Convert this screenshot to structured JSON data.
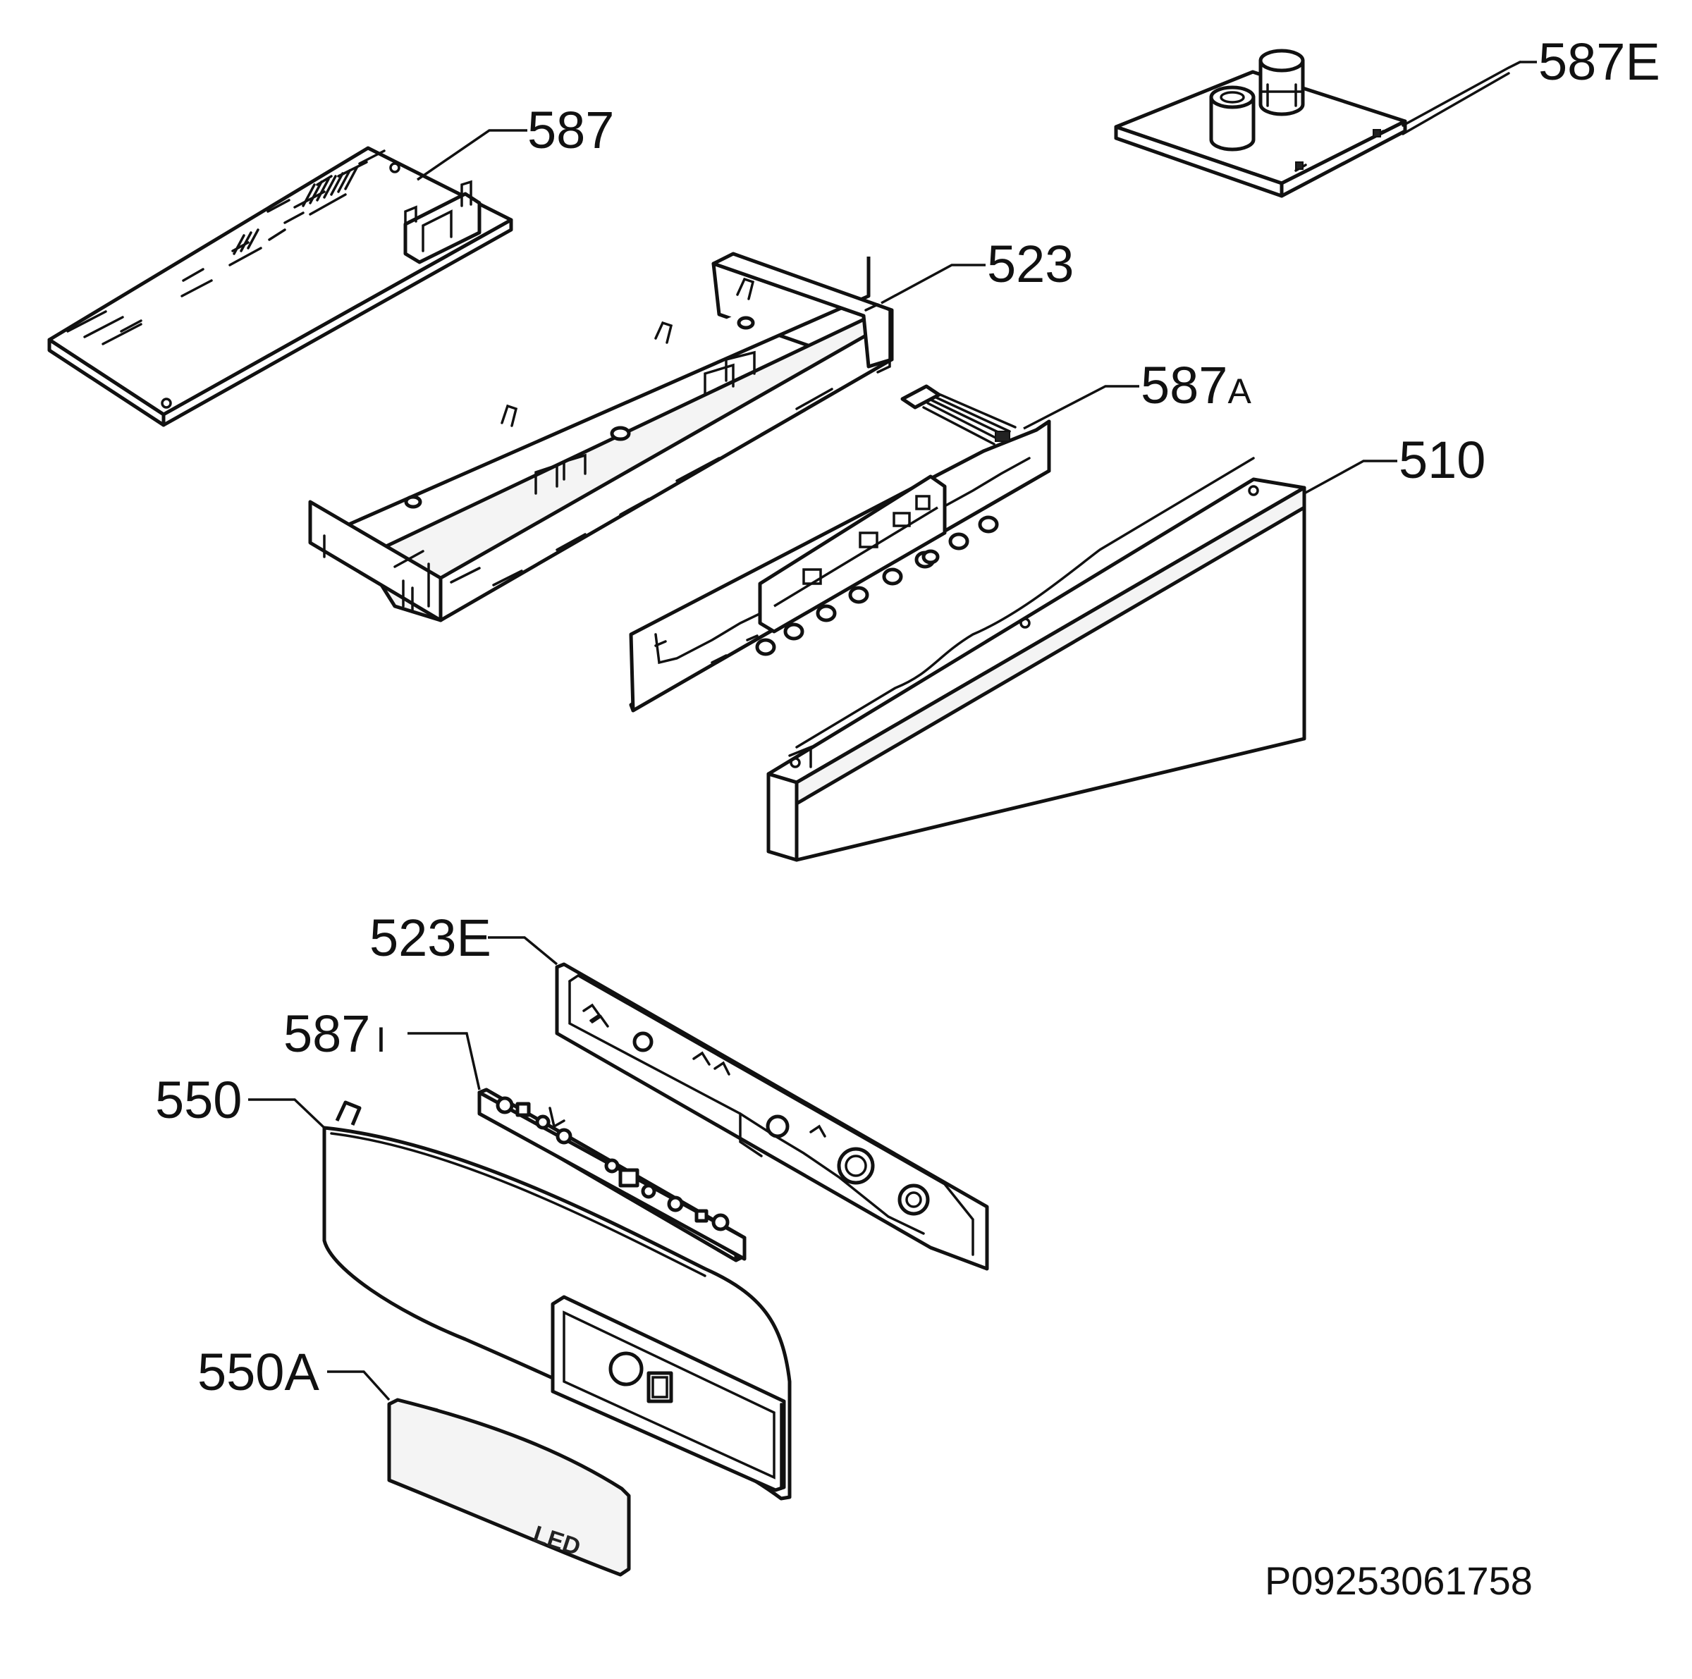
{
  "diagram": {
    "labels": {
      "part_587": "587",
      "part_587E": "587E",
      "part_523": "523",
      "part_587A_num": "587",
      "part_587A_suffix": "A",
      "part_510": "510",
      "part_523E": "523E",
      "part_587I_num": "587",
      "part_587I_suffix": "I",
      "part_550": "550",
      "part_550A": "550A"
    },
    "drawing_id": "P09253061758",
    "led_text": "LED"
  }
}
